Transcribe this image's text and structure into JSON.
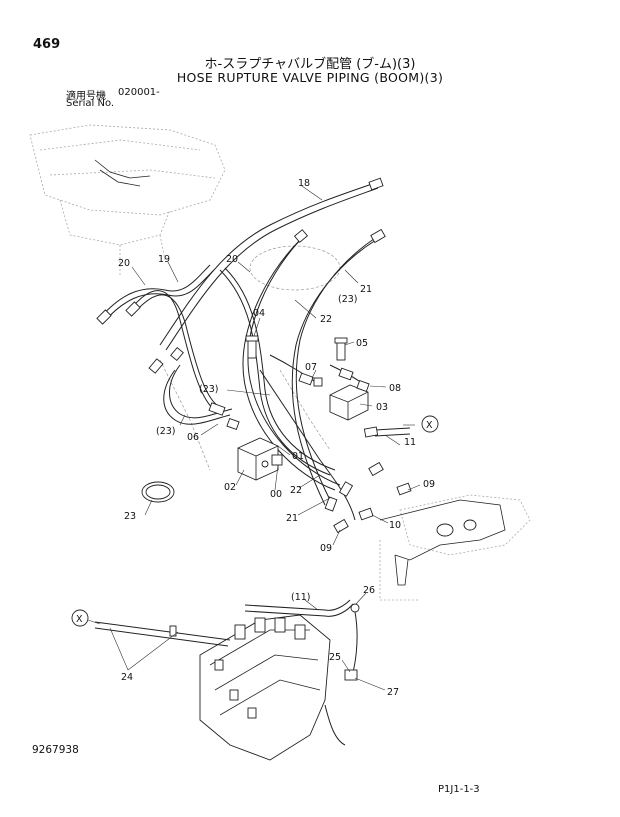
{
  "header": {
    "page_number": "469",
    "title_jp": "ホ-スラプチャバルブ配管 (ブ-ム)(3)",
    "title_en": "HOSE RUPTURE VALVE PIPING (BOOM)(3)",
    "serial_label_jp": "適用号機",
    "serial_label_en": "Serial No.",
    "serial_value": "020001-"
  },
  "footer": {
    "doc_number": "9267938",
    "page_code": "P1J1-1-3"
  },
  "callouts": {
    "c18": "18",
    "c20a": "20",
    "c19": "19",
    "c20b": "20",
    "c21a": "21",
    "c23a": "(23)",
    "c22a": "22",
    "c04": "04",
    "c05": "05",
    "c07": "07",
    "c08": "08",
    "c23b": "(23)",
    "c03": "03",
    "c23c": "(23)",
    "c06": "06",
    "cX1": "X",
    "c11": "11",
    "c01": "01",
    "c02": "02",
    "c00": "00",
    "c22b": "22",
    "c09a": "09",
    "c23d": "23",
    "c21b": "21",
    "c10": "10",
    "c09b": "09",
    "c11b": "(11)",
    "c26": "26",
    "cX2": "X",
    "c24": "24",
    "c25": "25",
    "c27": "27"
  }
}
